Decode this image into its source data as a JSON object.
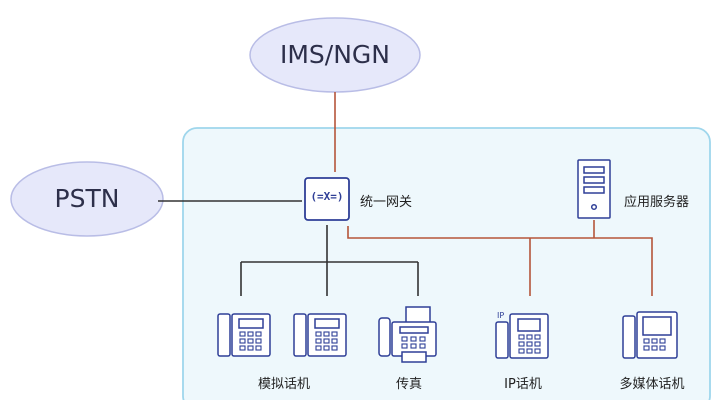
{
  "clouds": {
    "ims": "IMS/NGN",
    "pstn": "PSTN"
  },
  "nodes": {
    "gateway": "统一网关",
    "gateway_symbol": "(=X=)",
    "app_server": "应用服务器",
    "analog_phone": "模拟话机",
    "fax": "传真",
    "ip_phone": "IP话机",
    "ip_badge": "IP",
    "multimedia_phone": "多媒体话机"
  },
  "colors": {
    "cloud_fill": "#e6e8fa",
    "cloud_stroke": "#b9bde6",
    "panel_fill": "#eef8fc",
    "panel_stroke": "#9fd6ec",
    "link_red": "#b5553a",
    "link_dark": "#333333",
    "icon_blue": "#2f3f97"
  }
}
